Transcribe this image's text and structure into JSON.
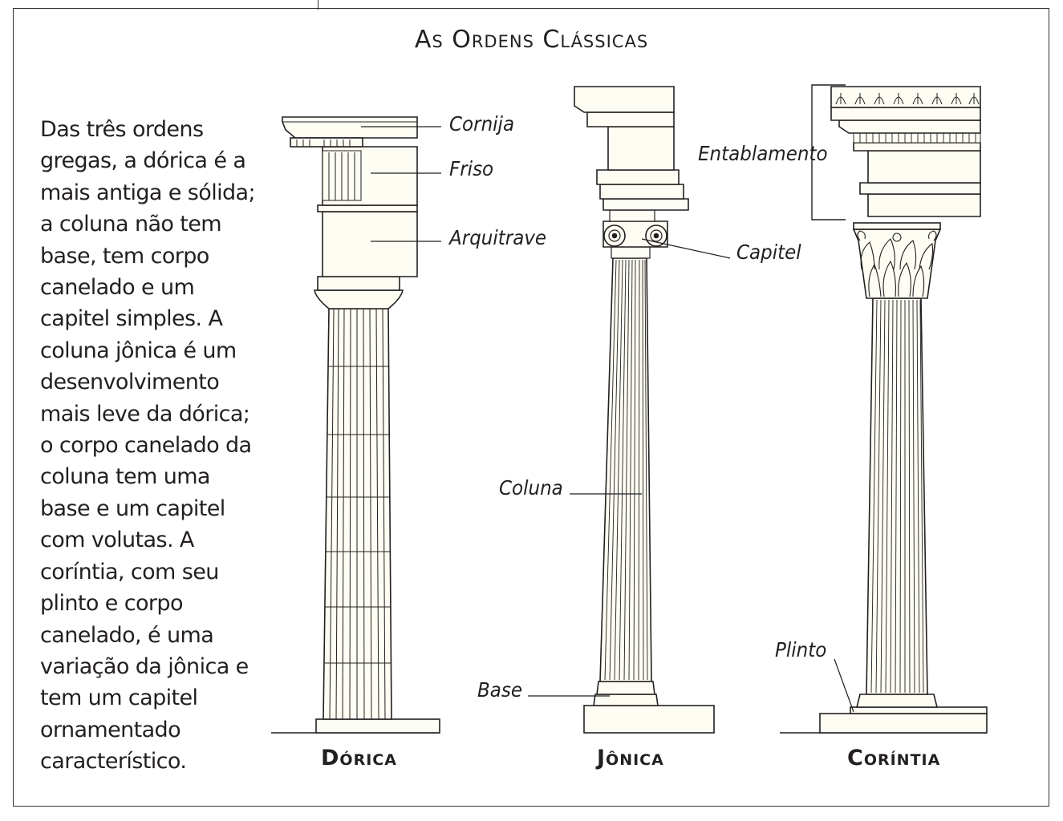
{
  "title": "As Ordens Clássicas",
  "description_lines": [
    "Das três ordens",
    "gregas, a dórica é a",
    "mais antiga e sólida;",
    "a coluna não tem",
    "base, tem corpo",
    "canelado e um",
    "capitel simples. A",
    "coluna jônica é um",
    "desenvolvimento",
    "mais leve da dórica;",
    "o corpo canelado da",
    "coluna tem uma",
    "base e um capitel",
    "com volutas. A",
    "coríntia, com seu",
    "plinto e corpo",
    "canelado, é uma",
    "variação da jônica e",
    "tem um capitel",
    "ornamentado",
    "característico."
  ],
  "labels": {
    "cornija": "Cornija",
    "friso": "Friso",
    "arquitrave": "Arquitrave",
    "entablamento": "Entablamento",
    "capitel": "Capitel",
    "coluna": "Coluna",
    "base": "Base",
    "plinto": "Plinto"
  },
  "orders": {
    "doric": "Dórica",
    "ionic": "Jônica",
    "corinthian": "Coríntia"
  },
  "colors": {
    "ink": "#231f20",
    "fill": "#fdfdf3"
  }
}
